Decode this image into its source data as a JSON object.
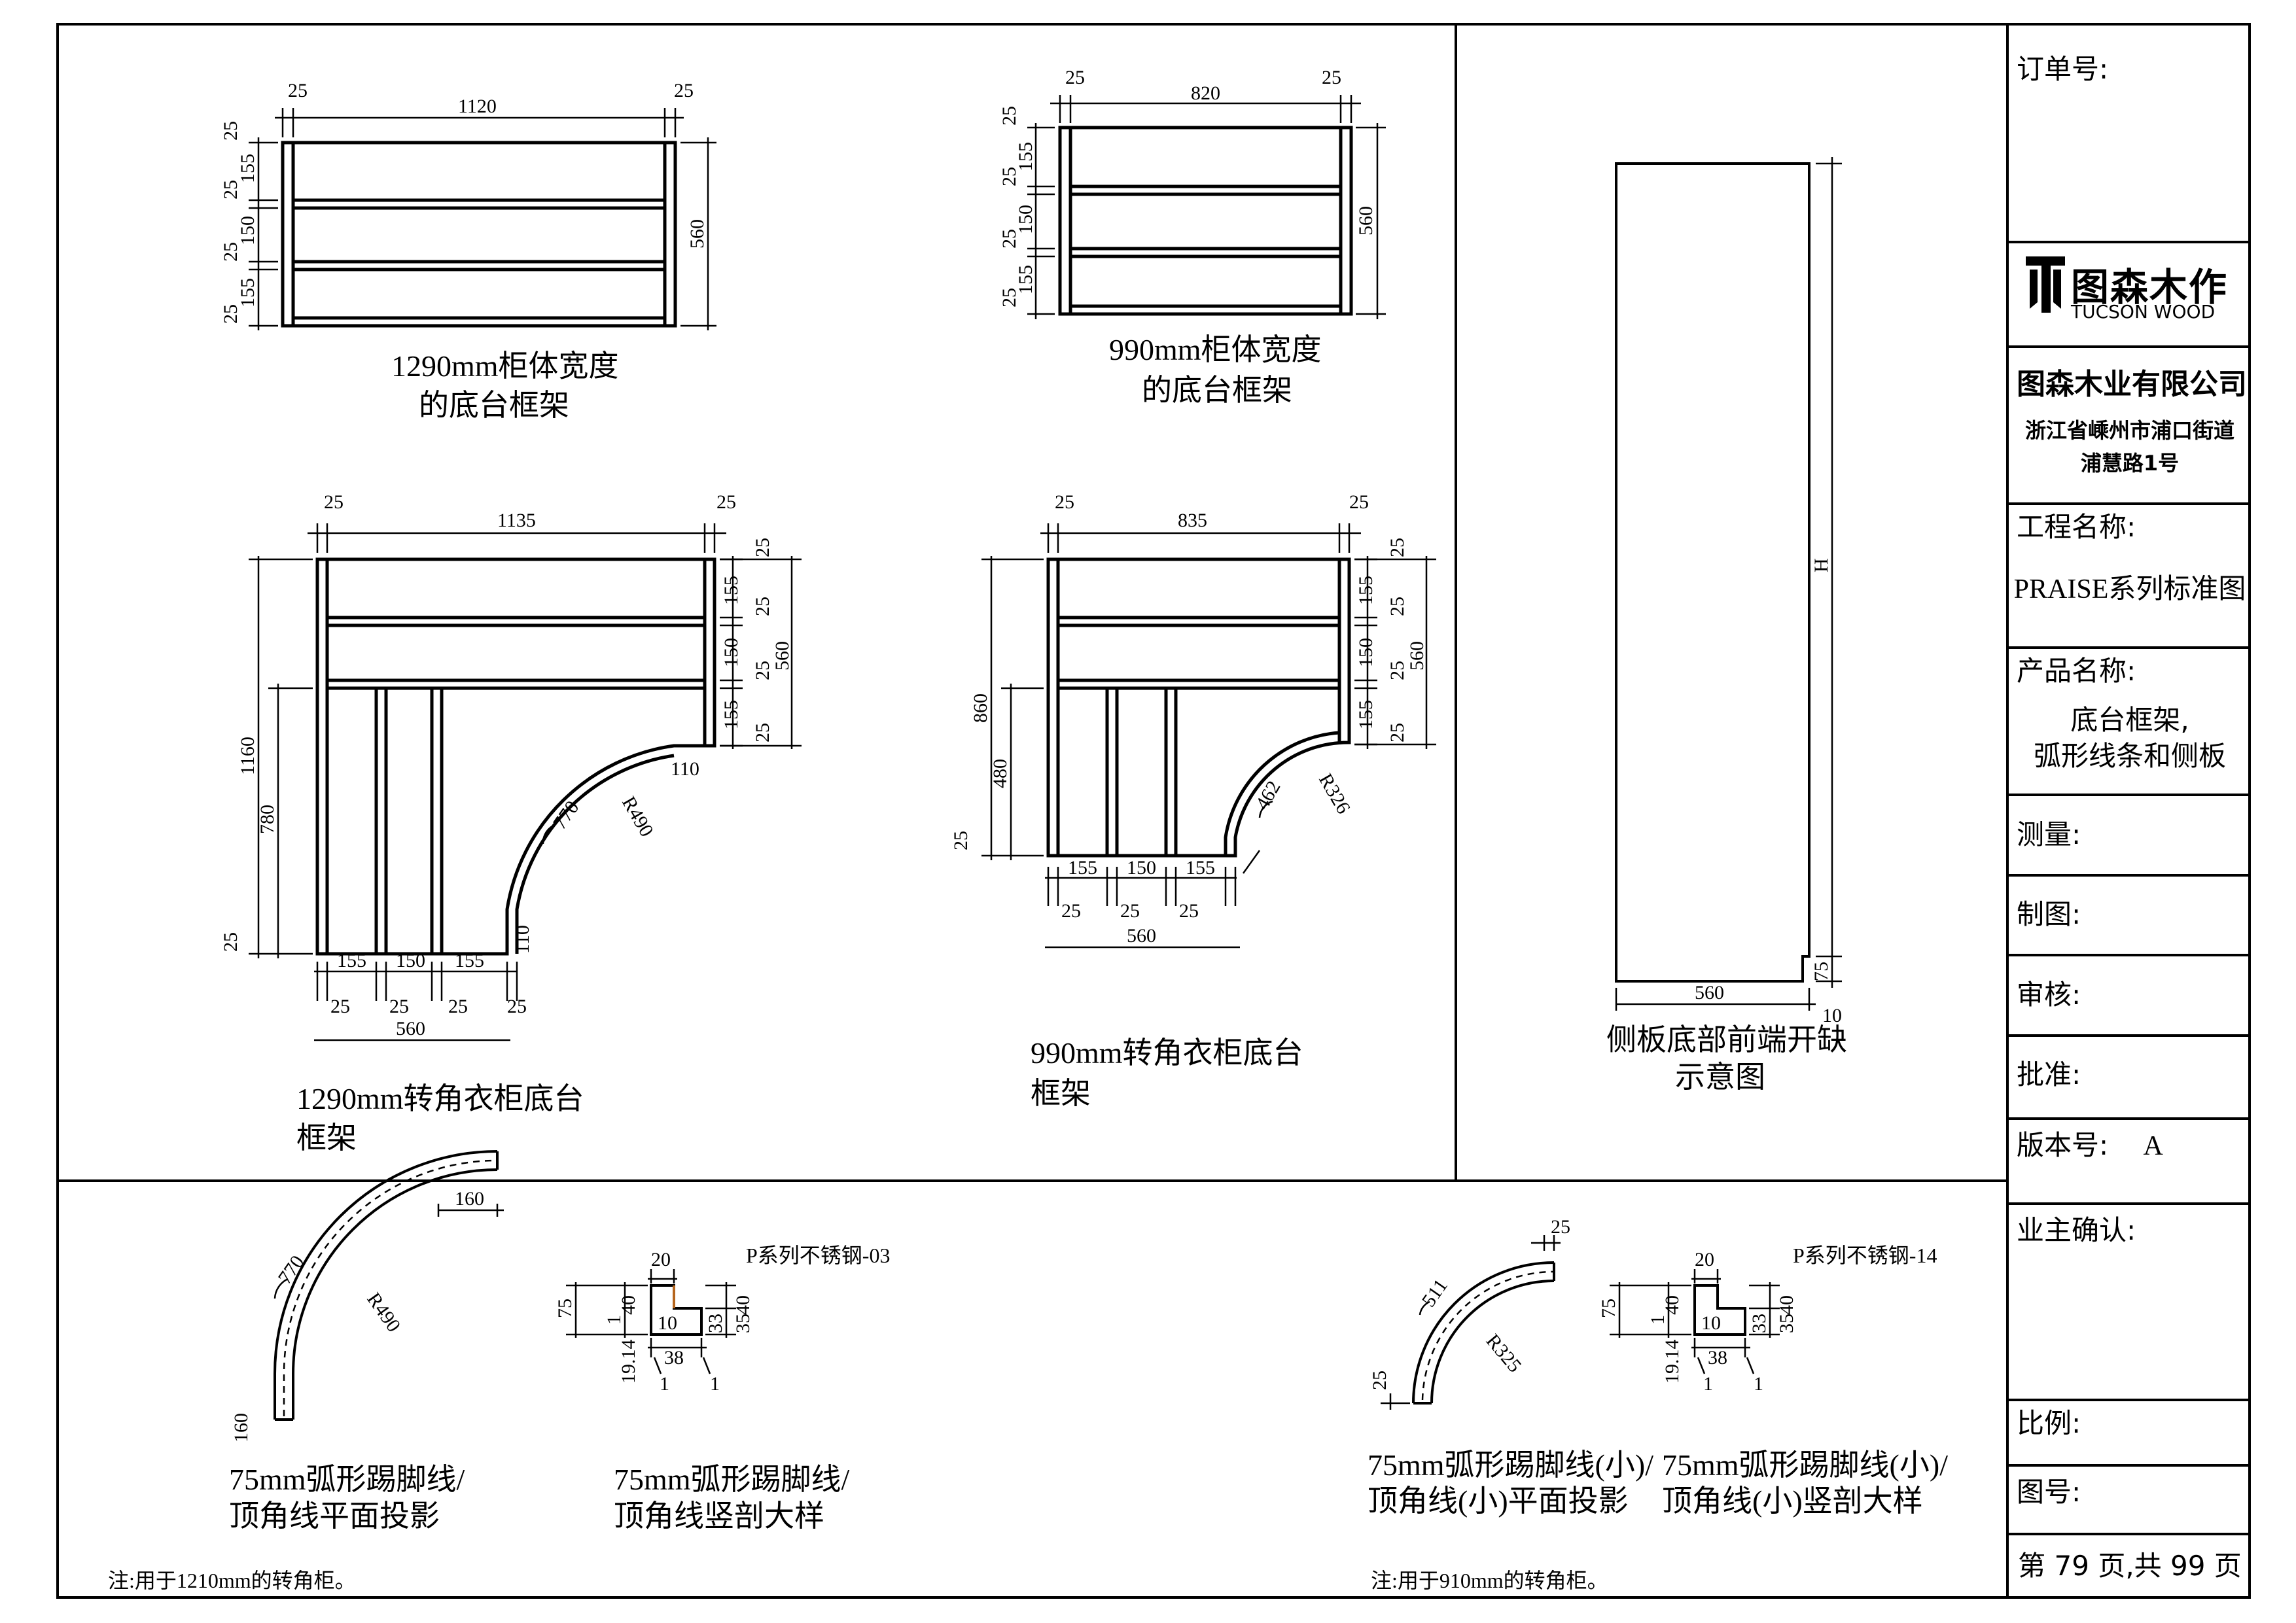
{
  "title_block": {
    "order_no_label": "订单号:",
    "brand_cn": "图森木作",
    "brand_en": "TUCSON WOOD",
    "company_name": "图森木业有限公司",
    "address_line1": "浙江省嵊州市浦口街道",
    "address_line2": "浦慧路1号",
    "project_label": "工程名称:",
    "project_value": "PRAISE系列标准图",
    "product_label": "产品名称:",
    "product_value_line1": "底台框架,",
    "product_value_line2": "弧形线条和侧板",
    "measure_label": "测量:",
    "draw_label": "制图:",
    "review_label": "审核:",
    "approve_label": "批准:",
    "version_label": "版本号:",
    "version_value": "A",
    "owner_confirm_label": "业主确认:",
    "scale_label": "比例:",
    "drawing_no_label": "图号:",
    "page_info": "第 79 页,共 99 页"
  },
  "drawings": {
    "d1": {
      "caption_line1": "1290mm柜体宽度",
      "caption_line2": "的底台框架",
      "dims": [
        "25",
        "1120",
        "25",
        "25",
        "155",
        "25",
        "150",
        "25",
        "155",
        "25",
        "560"
      ]
    },
    "d2": {
      "caption_line1": "990mm柜体宽度",
      "caption_line2": "的底台框架",
      "dims": [
        "25",
        "820",
        "25",
        "25",
        "155",
        "25",
        "150",
        "25",
        "155",
        "25",
        "560"
      ]
    },
    "d3": {
      "caption_line1": "1290mm转角衣柜底台",
      "caption_line2": "框架",
      "dims": [
        "25",
        "1135",
        "25",
        "25",
        "155",
        "25",
        "150",
        "25",
        "155",
        "25",
        "560",
        "1160",
        "780",
        "25",
        "110",
        "110",
        "770",
        "R490",
        "155",
        "150",
        "155",
        "25",
        "25",
        "25",
        "25",
        "560"
      ]
    },
    "d4": {
      "caption_line1": "990mm转角衣柜底台",
      "caption_line2": "框架",
      "dims": [
        "25",
        "835",
        "25",
        "25",
        "155",
        "25",
        "150",
        "25",
        "155",
        "25",
        "560",
        "860",
        "480",
        "25",
        "462",
        "R326",
        "155",
        "150",
        "155",
        "25",
        "25",
        "25",
        "560"
      ]
    },
    "d5": {
      "caption_line1": "侧板底部前端开缺",
      "caption_line2": "示意图",
      "dims": [
        "H",
        "560",
        "75",
        "10"
      ]
    },
    "d6": {
      "caption_line1": "75mm弧形踢脚线/",
      "caption_line2": "顶角线平面投影",
      "dims": [
        "160",
        "770",
        "R490",
        "160"
      ]
    },
    "d7": {
      "caption_line1": "75mm弧形踢脚线/",
      "caption_line2": "顶角线竖剖大样",
      "tag": "P系列不锈钢-03",
      "dims": [
        "20",
        "40",
        "75",
        "1",
        "19.14",
        "10",
        "38",
        "1",
        "1",
        "40",
        "33",
        "35"
      ]
    },
    "d8": {
      "caption_line1": "75mm弧形踢脚线(小)/",
      "caption_line2": "顶角线(小)平面投影",
      "dims": [
        "25",
        "511",
        "R325",
        "25"
      ]
    },
    "d9": {
      "caption_line1": "75mm弧形踢脚线(小)/",
      "caption_line2": "顶角线(小)竖剖大样",
      "tag": "P系列不锈钢-14",
      "dims": [
        "20",
        "40",
        "75",
        "1",
        "19.14",
        "10",
        "38",
        "1",
        "1",
        "40",
        "33",
        "35"
      ]
    }
  },
  "notes": {
    "note_left": "注:用于1210mm的转角柜。",
    "note_right": "注:用于910mm的转角柜。"
  }
}
